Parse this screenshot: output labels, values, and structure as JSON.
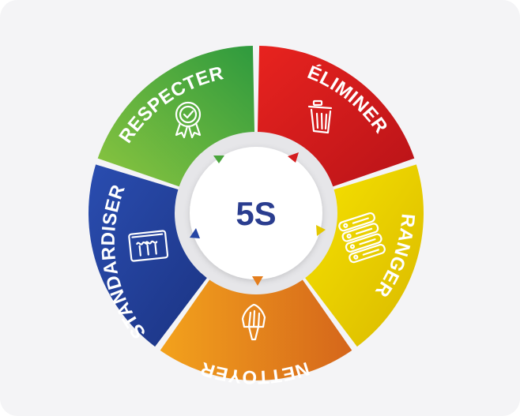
{
  "center": {
    "label": "5S"
  },
  "segments": [
    {
      "id": "eliminer",
      "label": "ÉLIMINER",
      "icon": "trash-bin-icon",
      "color_from": "#e21d1f",
      "color_to": "#b51117"
    },
    {
      "id": "ranger",
      "label": "RANGER",
      "icon": "binders-icon",
      "color_from": "#f5e100",
      "color_to": "#d8b700"
    },
    {
      "id": "nettoyer",
      "label": "NETTOYER",
      "icon": "brush-icon",
      "color_from": "#f39a1d",
      "color_to": "#d4661a"
    },
    {
      "id": "standardiser",
      "label": "STANDARDISER",
      "icon": "document-icon",
      "color_from": "#2848a6",
      "color_to": "#1d3585"
    },
    {
      "id": "respecter",
      "label": "RESPECTER",
      "icon": "award-badge-icon",
      "color_from": "#7fc242",
      "color_to": "#2e9a3d"
    }
  ]
}
